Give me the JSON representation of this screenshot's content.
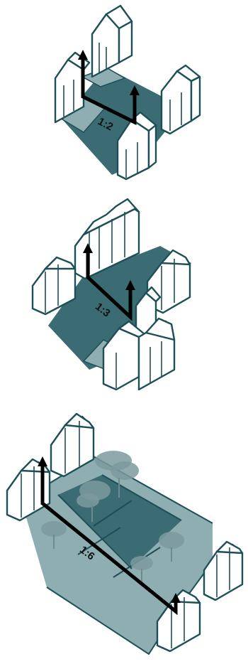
{
  "colors": {
    "ground_dark": "#3b6b73",
    "ground_mid": "#4f7d84",
    "ground_light": "#8faeb2",
    "outline": "#1d4f57",
    "measure_line": "#000000",
    "tree": "#7c9a9e"
  },
  "diagrams": [
    {
      "ratio_label": "1:2"
    },
    {
      "ratio_label": "1:3"
    },
    {
      "ratio_label": "1:6"
    }
  ]
}
